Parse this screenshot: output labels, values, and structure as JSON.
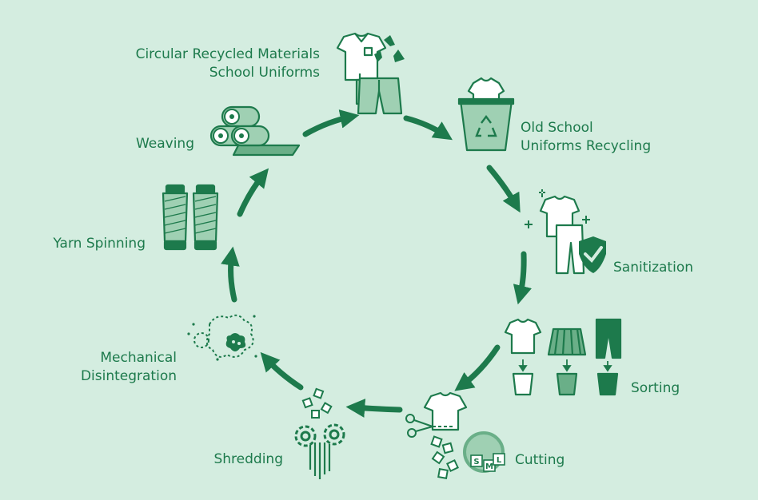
{
  "colors": {
    "background": "#d4ede0",
    "primary": "#1d7a4c",
    "light_fill": "#9fd0b3",
    "mid_fill": "#6aaf88",
    "white": "#ffffff"
  },
  "steps": [
    {
      "id": "uniforms",
      "lines": [
        "Circular Recycled Materials",
        "School Uniforms"
      ],
      "icon": "shirt-shorts-recycle-icon"
    },
    {
      "id": "recycling",
      "lines": [
        "Old School",
        "Uniforms Recycling"
      ],
      "icon": "recycling-bin-icon"
    },
    {
      "id": "sanitization",
      "lines": [
        "Sanitization"
      ],
      "icon": "sanitized-uniform-shield-icon"
    },
    {
      "id": "sorting",
      "lines": [
        "Sorting"
      ],
      "icon": "sorting-bins-icon"
    },
    {
      "id": "cutting",
      "lines": [
        "Cutting"
      ],
      "icon": "scissors-cutting-icon"
    },
    {
      "id": "shredding",
      "lines": [
        "Shredding"
      ],
      "icon": "shredder-gears-icon"
    },
    {
      "id": "disintegration",
      "lines": [
        "Mechanical",
        "Disintegration"
      ],
      "icon": "fiber-cloud-icon"
    },
    {
      "id": "spinning",
      "lines": [
        "Yarn Spinning"
      ],
      "icon": "yarn-spools-icon"
    },
    {
      "id": "weaving",
      "lines": [
        "Weaving"
      ],
      "icon": "fabric-rolls-icon"
    }
  ],
  "size_tags": [
    "S",
    "M",
    "L"
  ]
}
